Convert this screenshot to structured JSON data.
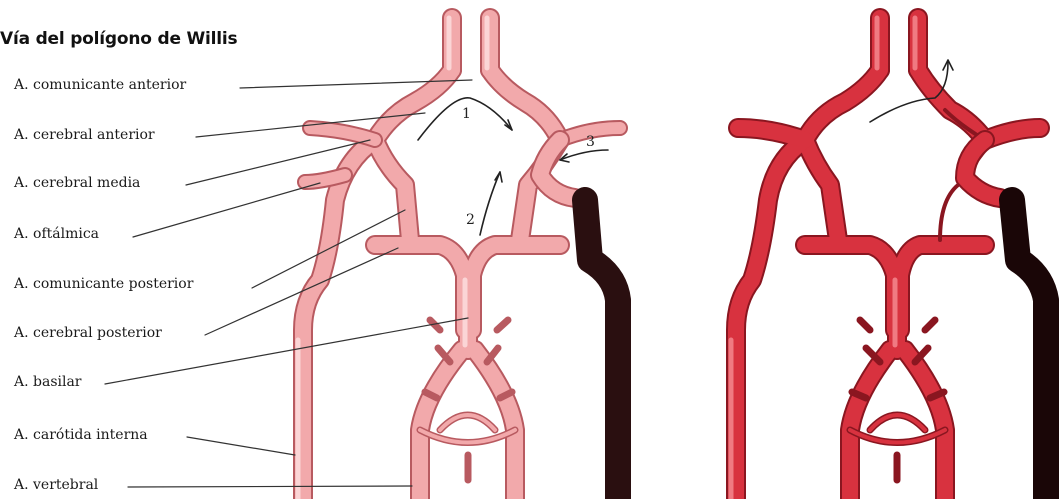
{
  "title": "Vía del polígono de Willis",
  "labels": [
    "A. comunicante anterior",
    "A. cerebral anterior",
    "A. cerebral media",
    "A. oftálmica",
    "A. comunicante posterior",
    "A. cerebral posterior",
    "A. basilar",
    "A. carótida interna",
    "A. vertebral"
  ],
  "flow_numbers": [
    "1",
    "2",
    "3"
  ],
  "colors": {
    "left_artery": "#f2a9ab",
    "left_artery_stroke": "#b85a60",
    "left_artery_highlight": "#fbd5d6",
    "right_artery": "#d8323f",
    "right_artery_stroke": "#8a1620",
    "right_artery_highlight": "#f07a82",
    "occlusion": "#2a0f10"
  }
}
